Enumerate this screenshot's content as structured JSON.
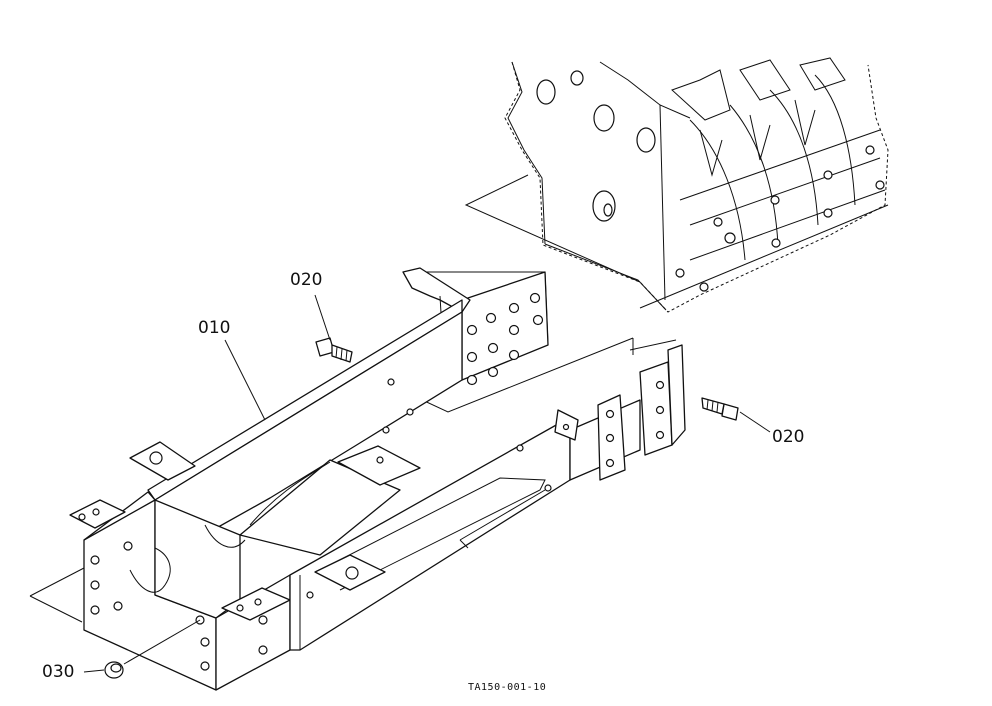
{
  "callouts": {
    "frame": "010",
    "bolt_left": "020",
    "bolt_right": "020",
    "plug": "030"
  },
  "figure_code": "TA150-001-10"
}
